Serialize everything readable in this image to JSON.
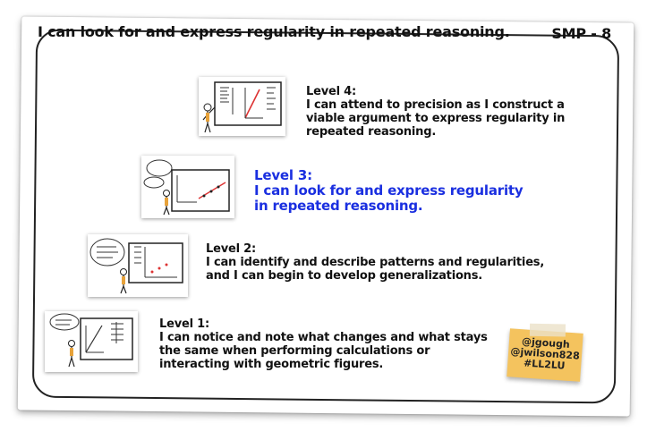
{
  "title": "I can look for and express regularity in repeated reasoning.",
  "badge": "SMP - 8",
  "levels": [
    {
      "heading": "Level 4:",
      "text": "I can attend to precision as I construct a viable argument to express regularity in repeated reasoning."
    },
    {
      "heading": "Level 3:",
      "text": "I can look for and express regularity in repeated reasoning."
    },
    {
      "heading": "Level 2:",
      "text": "I can identify and describe patterns and regularities, and I can begin to develop generalizations."
    },
    {
      "heading": "Level 1:",
      "text": "I can notice and note what changes and what stays the same when performing calculations or interacting with geometric figures."
    }
  ],
  "sticky_note": {
    "line1": "@jgough",
    "line2": "@jwilson828",
    "line3": "#LL2LU"
  },
  "colors": {
    "level3": "#1a2fe0",
    "sticky": "#f4c35e"
  }
}
